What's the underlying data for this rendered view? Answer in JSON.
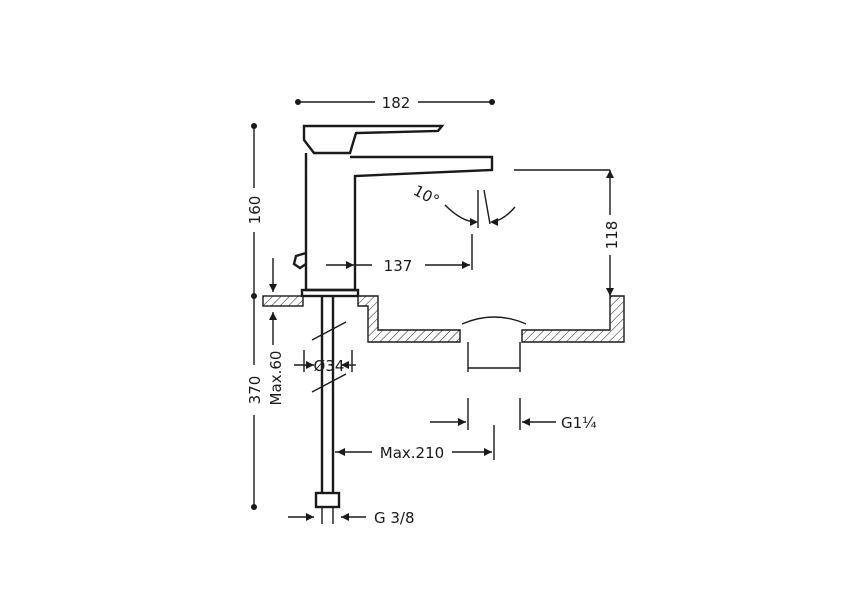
{
  "dimensions": {
    "width_total": "182",
    "height_spout": "160",
    "spout_reach": "137",
    "angle": "10°",
    "height_outlet": "118",
    "max_deck": "Max.60",
    "base_diameter": "Ø34",
    "total_length": "370",
    "hose_reach": "Max.210",
    "drain_thread": "G1¼",
    "hose_thread": "G 3/8"
  },
  "colors": {
    "ink": "#1a1a1a",
    "background": "#ffffff"
  }
}
